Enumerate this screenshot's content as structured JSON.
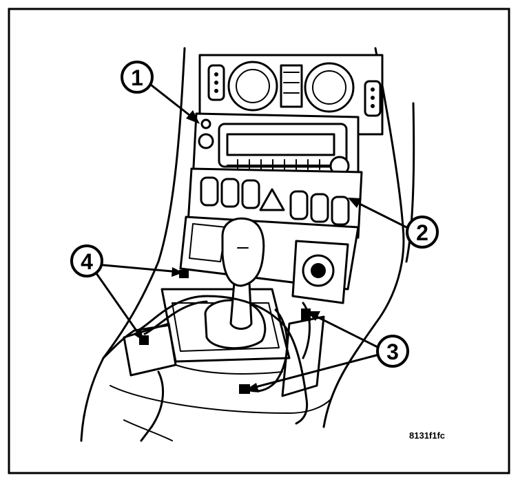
{
  "figure": {
    "id_label": "8131f1fc"
  },
  "callouts": [
    {
      "number": "1"
    },
    {
      "number": "2"
    },
    {
      "number": "3"
    },
    {
      "number": "4"
    }
  ]
}
